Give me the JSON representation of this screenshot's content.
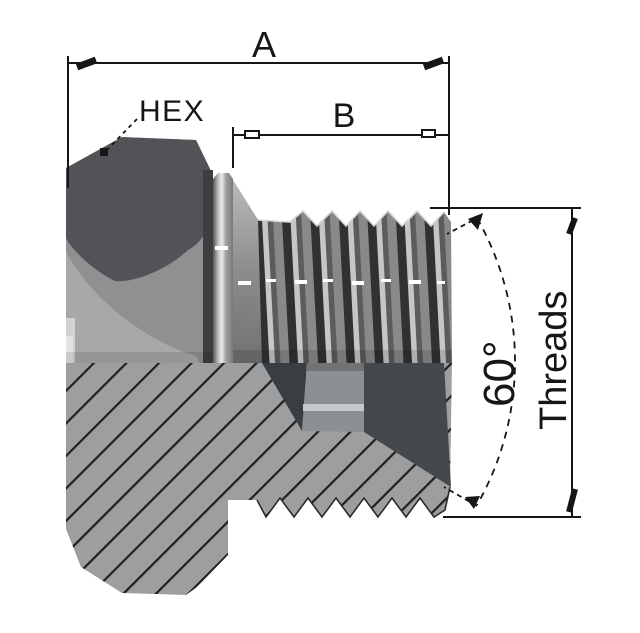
{
  "drawing": {
    "dimension_a_label": "A",
    "dimension_b_label": "B",
    "hex_callout_label": "HEX",
    "thread_angle_label": "60°",
    "threads_label": "Threads"
  },
  "colors": {
    "background": "#ffffff",
    "line": "#161616",
    "hex_top_facet": "#515356",
    "hex_front_facet": "#8e9092",
    "hex_front_light": "#a6a8aa",
    "hex_edge_glint": "#d0d2d4",
    "washer_seam": "#3c3e40",
    "section_fill": "#9c9ea0",
    "section_hatch_line": "#202020",
    "socket_wall_dark": "#3b3e40",
    "socket_floor": "#8d9092",
    "socket_floor_highlight": "#c6c9cb",
    "socket_wall_right": "#45484a",
    "thread_dark": "#2f3133",
    "thread_mid": "#87898b",
    "thread_light": "#c4c6c8",
    "thread_shadow": "#5a5c5e",
    "glint": "#ffffff"
  }
}
